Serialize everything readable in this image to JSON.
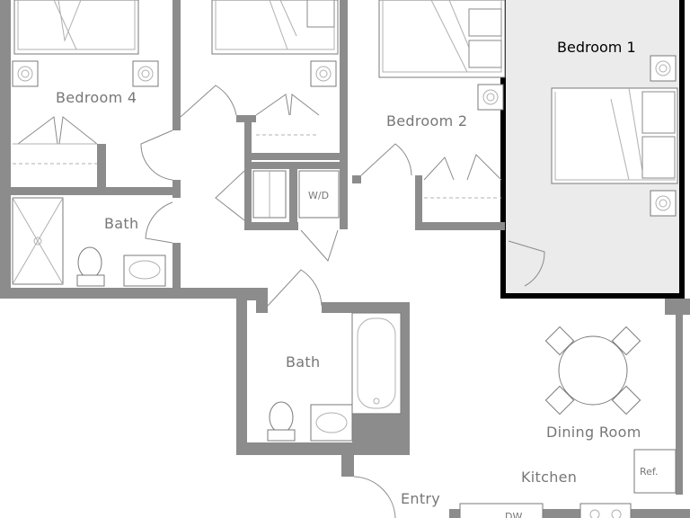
{
  "rooms": {
    "bedroom1": "Bedroom 1",
    "bedroom2": "Bedroom 2",
    "bedroom4": "Bedroom 4",
    "bath_upper": "Bath",
    "bath_lower": "Bath",
    "dining": "Dining Room",
    "kitchen": "Kitchen",
    "entry": "Entry"
  },
  "fixtures": {
    "washer_dryer": "W/D",
    "refrigerator": "Ref.",
    "dishwasher": "DW"
  },
  "colors": {
    "wall": "#8c8c8c",
    "selected_room_fill": "#ebebeb",
    "selected_room_outline": "#000000"
  },
  "selected_room": "Bedroom 1"
}
